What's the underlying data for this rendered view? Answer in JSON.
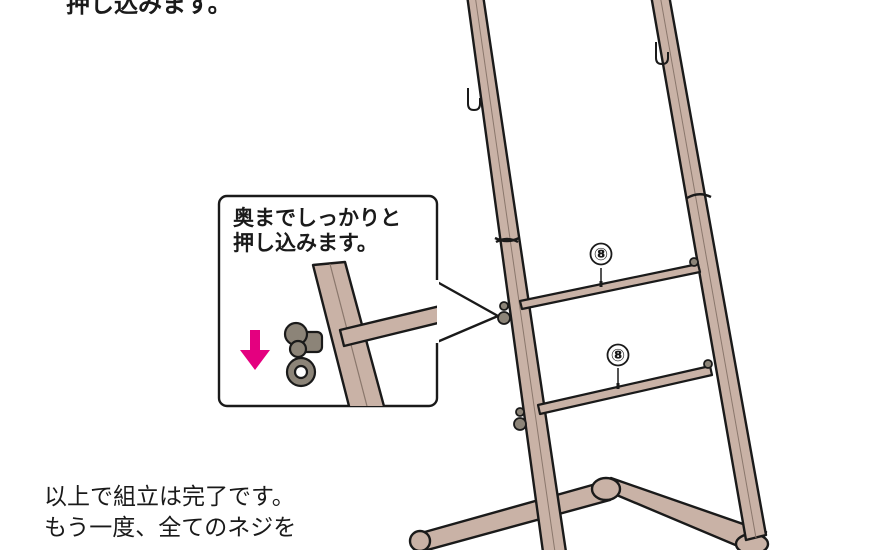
{
  "instructions": {
    "top_line": "押し込みます。",
    "callout_line1": "奥までしっかりと",
    "callout_line2": "押し込みます。",
    "bottom_line1": "以上で組立は完了です。",
    "bottom_line2": "もう一度、全てのネジを"
  },
  "part_labels": [
    "⑧",
    "⑧"
  ],
  "colors": {
    "tube_fill": "#c9b2a6",
    "tube_stroke": "#1a1a1a",
    "arrow": "#e4007f",
    "fitting": "#8c8478"
  },
  "icons": [
    "push-down-arrow-icon",
    "wing-nut-icon"
  ]
}
